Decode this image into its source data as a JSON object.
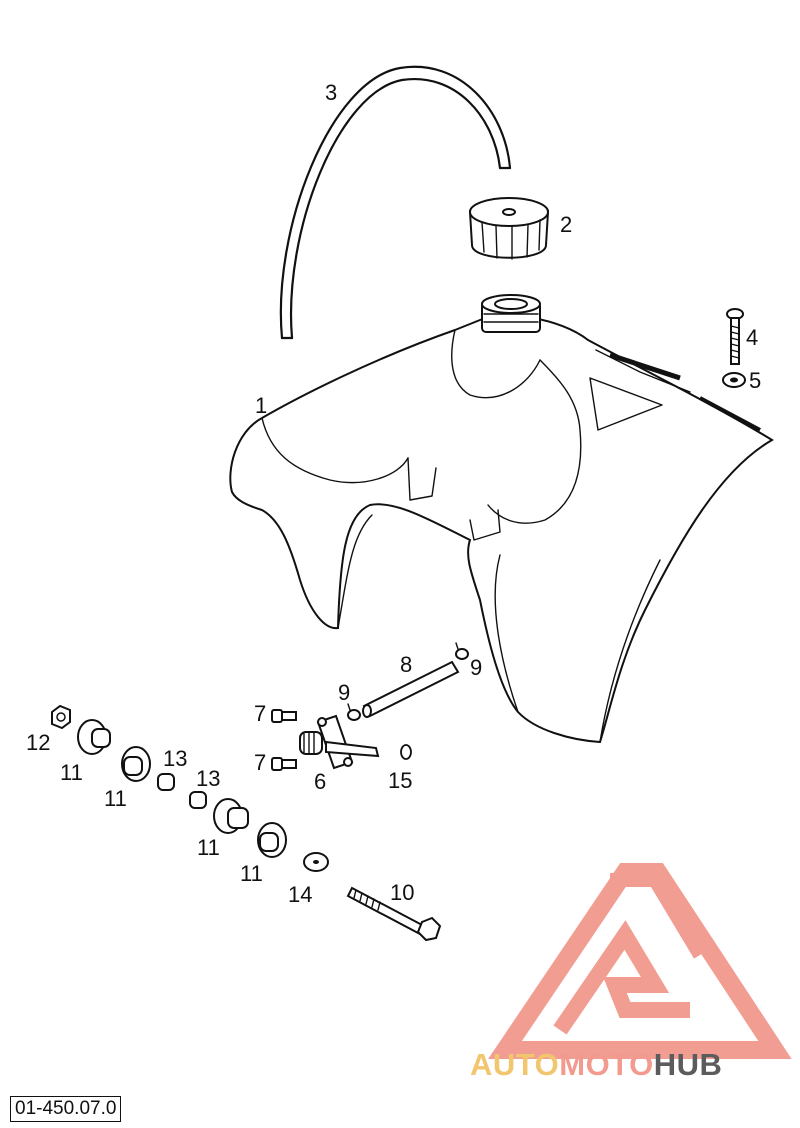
{
  "callouts": {
    "c1": "1",
    "c2": "2",
    "c3": "3",
    "c4": "4",
    "c5": "5",
    "c6": "6",
    "c7a": "7",
    "c7b": "7",
    "c8": "8",
    "c9a": "9",
    "c9b": "9",
    "c10": "10",
    "c11a": "11",
    "c11b": "11",
    "c11c": "11",
    "c11d": "11",
    "c12": "12",
    "c13a": "13",
    "c13b": "13",
    "c14": "14",
    "c15": "15"
  },
  "drawing_number": "01-450.07.0",
  "watermark": {
    "text_auto": "AUTO",
    "text_moto": "MOTO",
    "text_hub": "HUB",
    "colors": {
      "auto": "#f2c66e",
      "moto": "#f39a8f",
      "hub": "#5c5c5c",
      "logo": "#f08c80"
    }
  },
  "icons": [
    "fuel-tank-icon",
    "filler-cap-icon",
    "vent-hose-icon",
    "fuel-tap-icon",
    "bolt-icon",
    "washer-icon",
    "rubber-bushing-icon",
    "spacer-sleeve-icon",
    "nut-icon",
    "o-ring-icon",
    "hose-clamp-icon",
    "fuel-line-icon"
  ]
}
